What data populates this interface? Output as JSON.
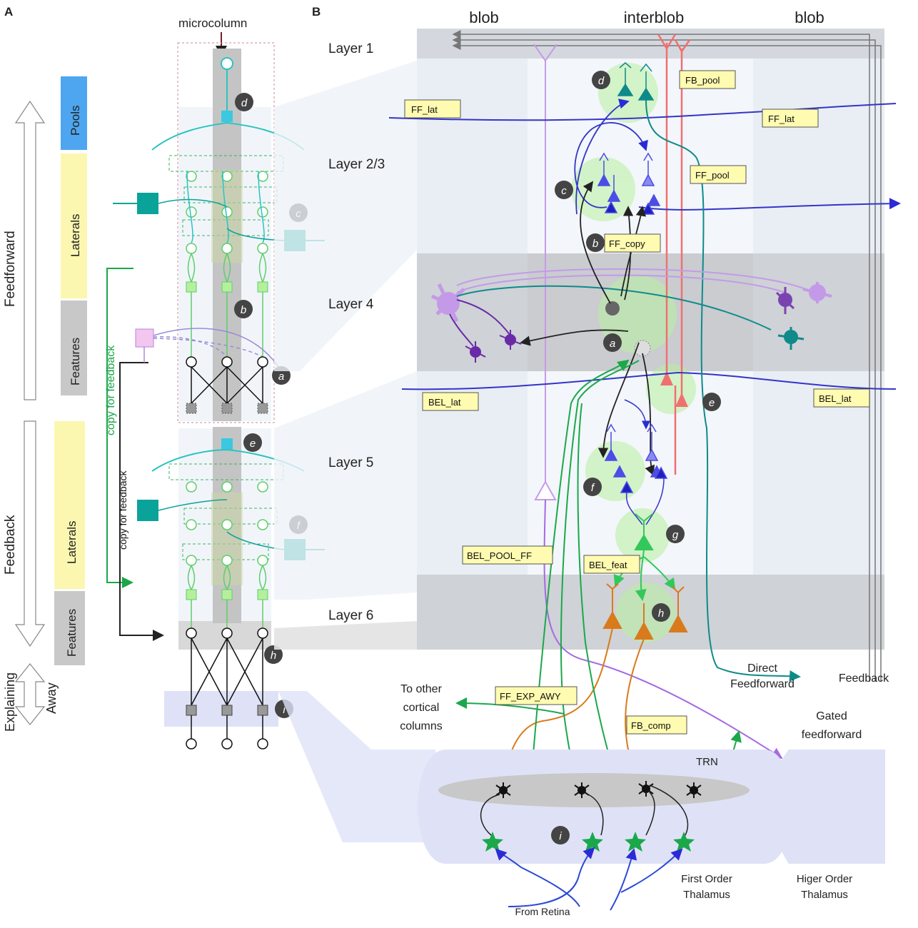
{
  "panel_a": {
    "label": "A",
    "microcolumn": "microcolumn",
    "feedforward": "Feedforward",
    "feedback": "Feedback",
    "explaining_away": [
      "Explaining",
      "Away"
    ],
    "pools": "Pools",
    "laterals_top": "Laterals",
    "features_top": "Features",
    "laterals_bottom": "Laterals",
    "features_bottom": "Features",
    "copy_for_feedback_green": "copy for feedback",
    "copy_for_feedback_black": "copy for feedback",
    "badges": [
      "d",
      "c",
      "b",
      "a",
      "e",
      "f",
      "h",
      "i"
    ]
  },
  "panel_b": {
    "label": "B",
    "columns": [
      "blob",
      "interblob",
      "blob"
    ],
    "layers": [
      "Layer 1",
      "Layer 2/3",
      "Layer 4",
      "Layer 5",
      "Layer 6"
    ],
    "boxes": {
      "ff_lat_left": "FF_lat",
      "ff_lat_right": "FF_lat",
      "fb_pool": "FB_pool",
      "ff_pool": "FF_pool",
      "ff_copy": "FF_copy",
      "bel_lat_left": "BEL_lat",
      "bel_lat_right": "BEL_lat",
      "bel_pool_ff": "BEL_POOL_FF",
      "bel_feat": "BEL_feat",
      "ff_exp_awy": "FF_EXP_AWY",
      "fb_comp": "FB_comp"
    },
    "badges": [
      "d",
      "c",
      "b",
      "a",
      "e",
      "f",
      "g",
      "h",
      "i"
    ],
    "texts": {
      "direct_ff_1": "Direct",
      "direct_ff_2": "Feedforward",
      "feedback": "Feedback",
      "to_other_1": "To other",
      "to_other_2": "cortical",
      "to_other_3": "columns",
      "gated_1": "Gated",
      "gated_2": "feedforward",
      "trn": "TRN",
      "first_order_1": "First Order",
      "first_order_2": "Thalamus",
      "higher_order_1": "Higer Order",
      "higher_order_2": "Thalamus",
      "from_retina": "From Retina"
    }
  },
  "colors": {
    "pools": "#4ea6f0",
    "laterals": "#fbf7b0",
    "features": "#c8c8c8",
    "teal": "#0aa39a",
    "green": "#1aa84a",
    "blue": "#2b2bd6",
    "purple": "#a66be0",
    "salmon": "#f07070",
    "orange": "#d97a1c"
  }
}
